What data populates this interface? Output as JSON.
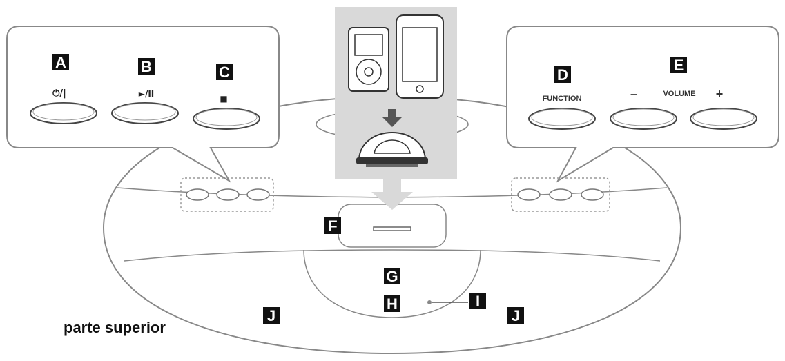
{
  "callouts": {
    "A": "A",
    "B": "B",
    "C": "C",
    "D": "D",
    "E": "E",
    "F": "F",
    "G": "G",
    "H": "H",
    "I": "I",
    "J": "J"
  },
  "buttons": {
    "power_symbol": "⏻/|",
    "play_pause_symbol": "►/II",
    "stop_symbol": "■",
    "function_label": "FUNCTION",
    "volume_minus": "–",
    "volume_label": "VOLUME",
    "volume_plus": "+"
  },
  "caption": "parte superior",
  "colors": {
    "dock_panel": "#d9d9d9",
    "outline": "#777777",
    "label_bg": "#111111"
  },
  "icons": [
    "ipod-icon",
    "iphone-icon",
    "down-arrow-icon",
    "dock-adapter-icon",
    "power-icon",
    "play-pause-icon",
    "stop-icon"
  ]
}
